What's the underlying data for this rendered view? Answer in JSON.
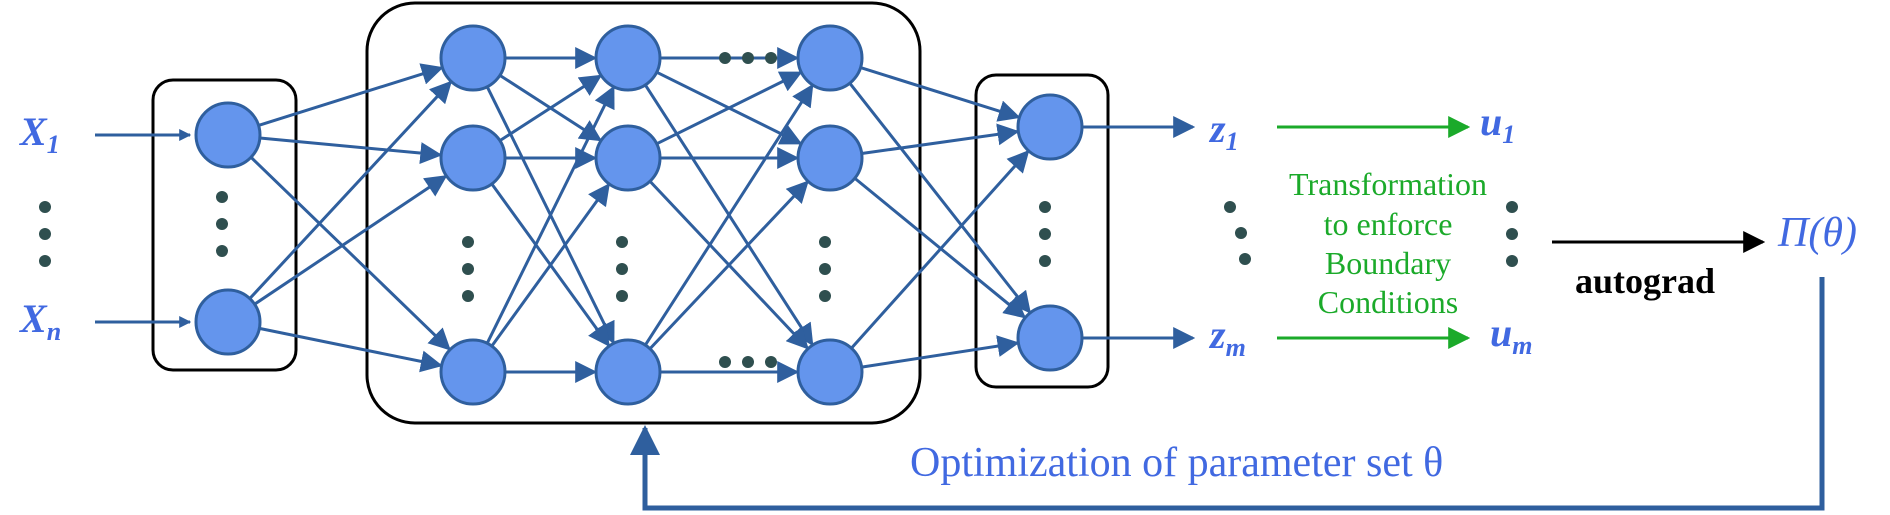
{
  "inputs": [
    {
      "base": "X",
      "sub": "1"
    },
    {
      "base": "X",
      "sub": "n"
    }
  ],
  "outputs_z": [
    {
      "base": "z",
      "sub": "1"
    },
    {
      "base": "z",
      "sub": "m"
    }
  ],
  "outputs_u": [
    {
      "base": "u",
      "sub": "1"
    },
    {
      "base": "u",
      "sub": "m"
    }
  ],
  "transformation_lines": [
    "Transformation",
    "to enforce",
    "Boundary",
    "Conditions"
  ],
  "autograd_label": "autograd",
  "loss_label": "Π(θ)",
  "optimization_label": "Optimization of parameter set θ",
  "colors": {
    "node_fill": "#6495ED",
    "node_stroke": "#2F5F9E",
    "edge": "#2F5F9E",
    "text_blue": "#4169E1",
    "green": "#1BAA2A",
    "dots": "#2F4F4F",
    "black": "#000000"
  }
}
